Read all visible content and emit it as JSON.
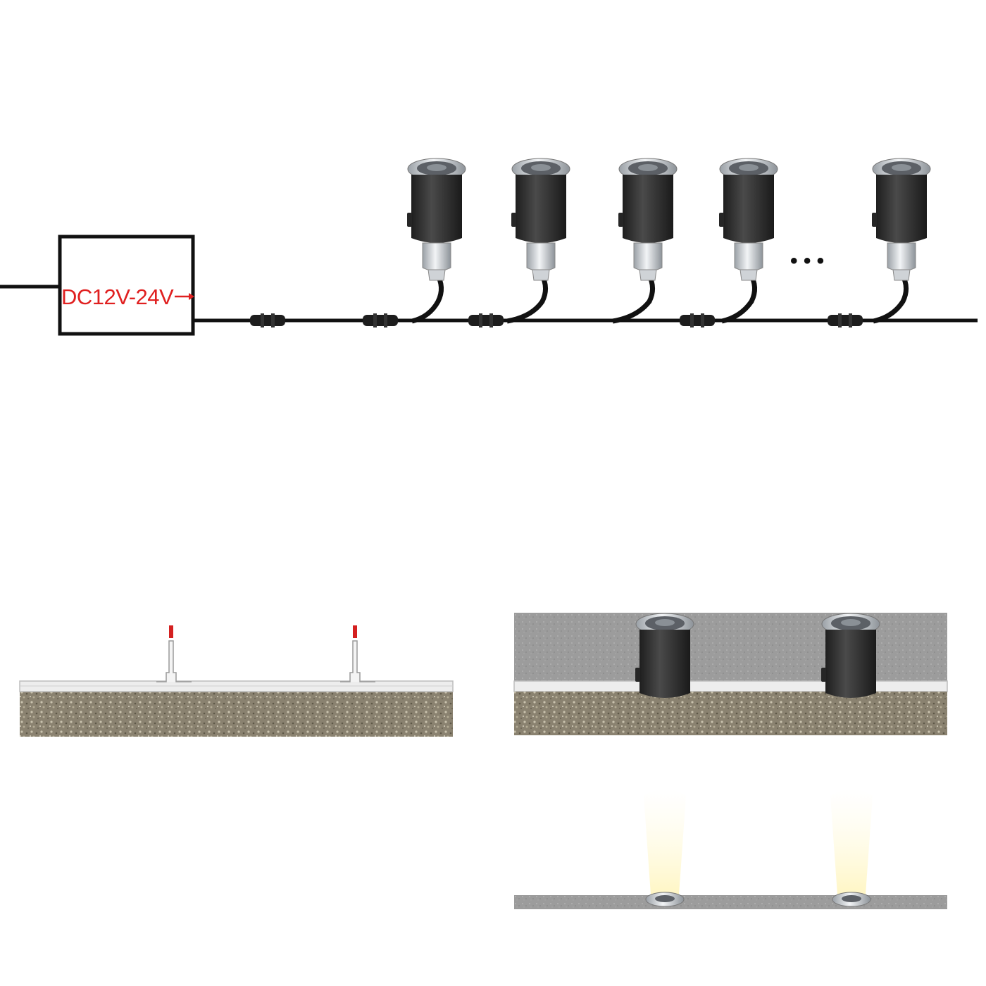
{
  "wiring": {
    "psu_label": "DC12V-24V",
    "ellipsis": "• • •",
    "label_color": "#e02020",
    "wire_color": "#111111"
  },
  "light_count_top": 5,
  "install_steps": {
    "step1": {
      "posts": 2
    },
    "step2": {
      "lights": 2
    },
    "step3": {
      "beams": 2
    }
  },
  "colors": {
    "light_body": "#2f2f2f",
    "light_rim": "#b8bcc0",
    "gravel": "#8a8270",
    "paving": "#9a9a9a",
    "beam": "#fff3b0",
    "post_tip": "#d42020"
  }
}
